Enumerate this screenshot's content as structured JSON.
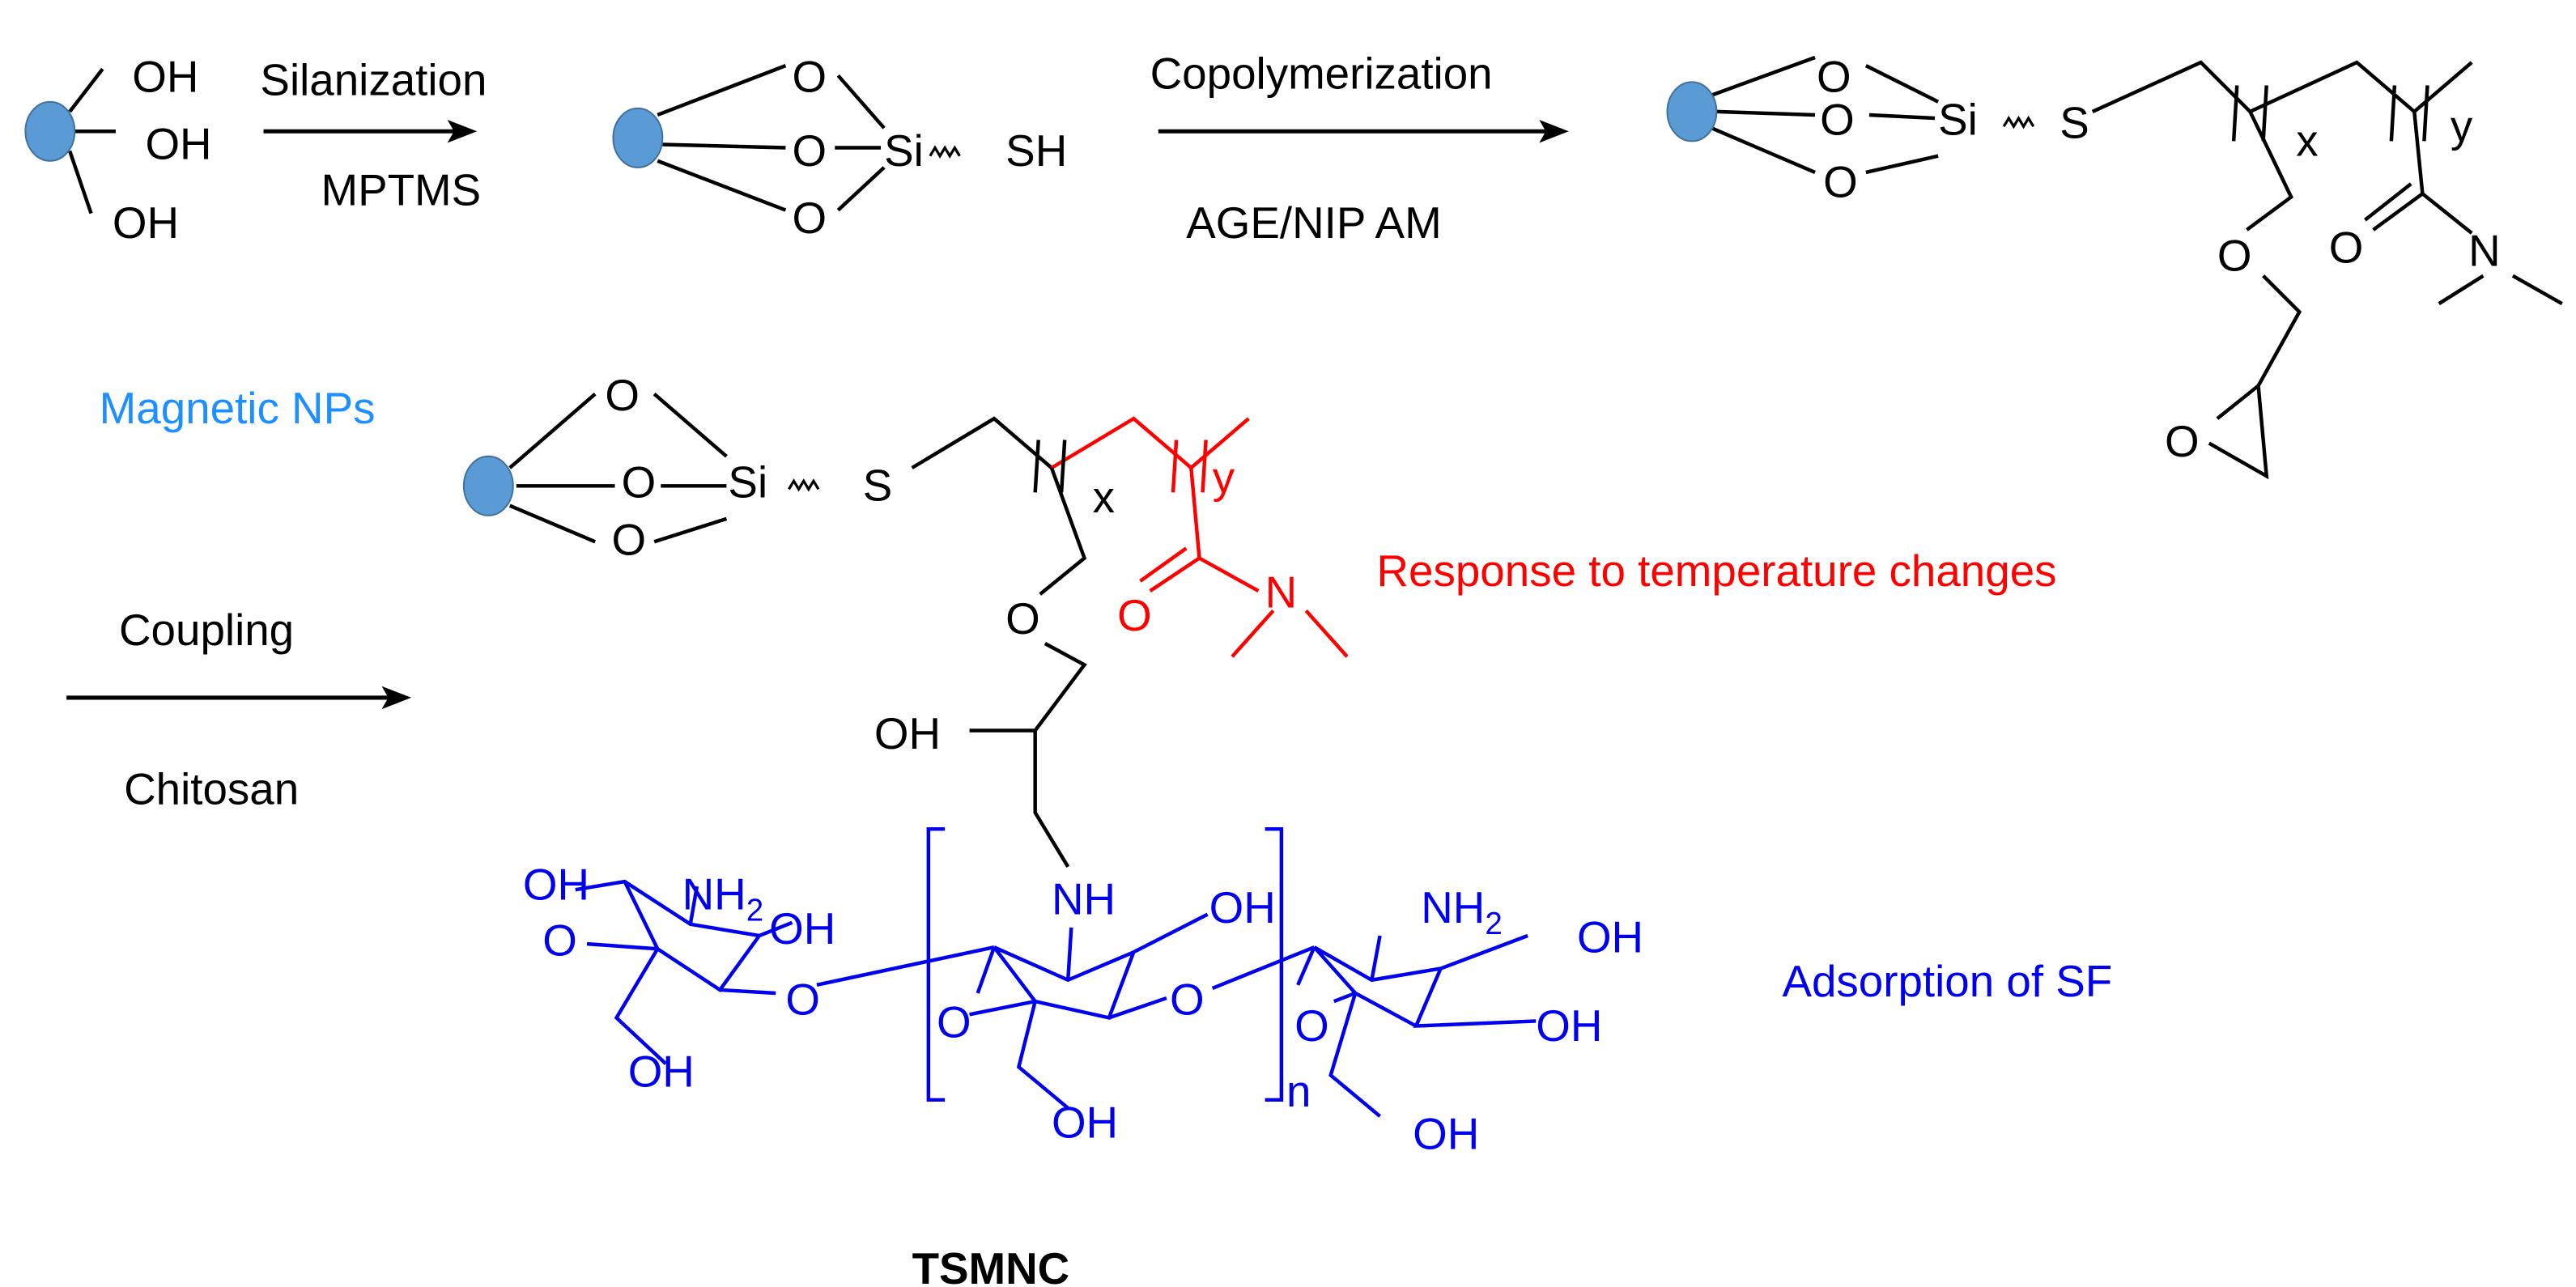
{
  "colors": {
    "particle": "#5b9bd5",
    "black": "#000000",
    "red": "#ff0000",
    "blue": "#0000ee",
    "light_blue": "#1e8fff"
  },
  "step1": {
    "label_top": "Silanization",
    "label_bottom": "MPTMS"
  },
  "step2": {
    "label_top": "Copolymerization",
    "label_bottom": "AGE/NIP AM"
  },
  "step3": {
    "label_top": "Coupling",
    "label_bottom": "Chitosan"
  },
  "atoms": {
    "OH": "OH",
    "O": "O",
    "Si": "Si",
    "SH": "SH",
    "S": "S",
    "N": "N",
    "NH": "NH",
    "NH2": "NH",
    "sub2": "2",
    "x": "x",
    "y": "y",
    "n": "n"
  },
  "annotations": {
    "magnetic": "Magnetic NPs",
    "temperature": "Response to  temperature changes",
    "adsorption": "Adsorption of SF",
    "product": "TSMNC"
  }
}
